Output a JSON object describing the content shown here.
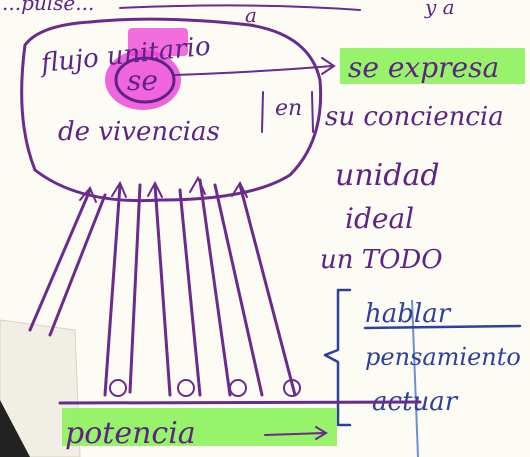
{
  "note": {
    "top_fragment_left": "...pulse...",
    "top_fragment_mid": "a",
    "top_fragment_right": "y a",
    "circle_text_line1": "flujo unitario",
    "circle_center_word": "se",
    "circle_text_line2": "de vivencias",
    "en_label": "en",
    "right_highlight": "se expresa",
    "right_line2": "su conciencia",
    "unidad": "unidad",
    "ideal": "ideal",
    "un_todo": "un TODO",
    "blue_item1": "hablar",
    "blue_item2": "pensamiento",
    "blue_item3": "actuar",
    "bottom_word": "potencia",
    "colors": {
      "purple_ink": "#6a2a8e",
      "blue_ink": "#2e3f9c",
      "pink_highlight": "#ee3fd6",
      "green_highlight": "#8cf25a",
      "paper": "#fdfcf4"
    }
  }
}
